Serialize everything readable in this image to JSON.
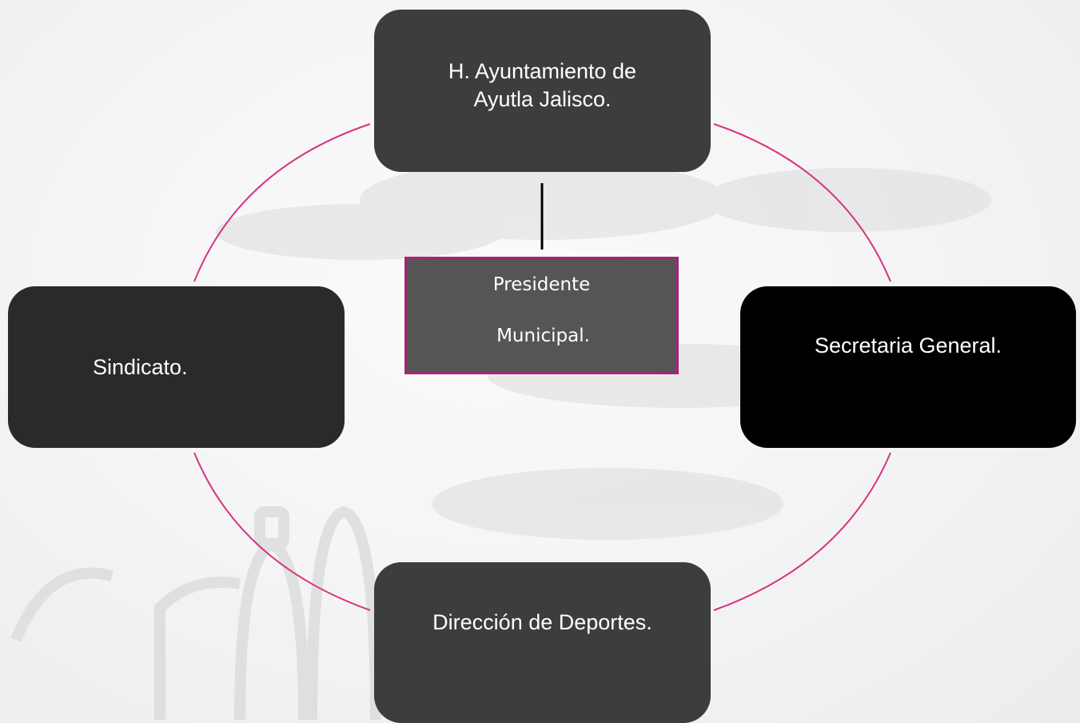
{
  "diagram": {
    "top_node": {
      "label": "H. Ayuntamiento de Ayutla Jalisco."
    },
    "center_node": {
      "line1": "Presidente",
      "line2": "Municipal."
    },
    "left_node": {
      "label": "Sindicato."
    },
    "right_node": {
      "label": "Secretaria General."
    },
    "bottom_node": {
      "label": "Dirección de Deportes."
    },
    "colors": {
      "cycle_connector": "#d63384",
      "center_border": "#9c2a73",
      "center_fill": "#555555",
      "node_dark": "#3d3d3d",
      "node_black": "#000000",
      "node_charcoal": "#2a2a2a",
      "spoke": "#000000"
    }
  }
}
